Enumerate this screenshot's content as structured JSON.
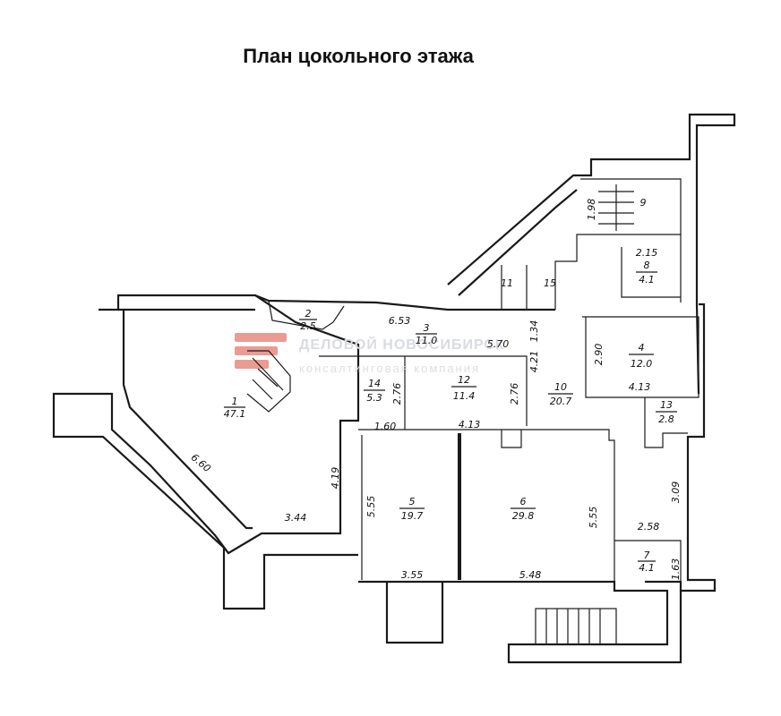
{
  "title": "План цокольного этажа",
  "watermark": {
    "name": "ДЕЛОВОЙ НОВОСИБИРСК",
    "subtitle": "консалтинговая компания",
    "logo_color": "#d94a3a"
  },
  "rooms": [
    {
      "num": "1",
      "area": "47.1"
    },
    {
      "num": "2",
      "area": "2.5"
    },
    {
      "num": "3",
      "area": "11.0"
    },
    {
      "num": "4",
      "area": "12.0"
    },
    {
      "num": "5",
      "area": "19.7"
    },
    {
      "num": "6",
      "area": "29.8"
    },
    {
      "num": "7",
      "area": "4.1"
    },
    {
      "num": "8",
      "area": "4.1"
    },
    {
      "num": "9",
      "area": ""
    },
    {
      "num": "10",
      "area": "20.7"
    },
    {
      "num": "11",
      "area": ""
    },
    {
      "num": "12",
      "area": "11.4"
    },
    {
      "num": "13",
      "area": "2.8"
    },
    {
      "num": "14",
      "area": "5.3"
    },
    {
      "num": "15",
      "area": ""
    }
  ],
  "dimensions": [
    "6.60",
    "4.19",
    "3.44",
    "1.60",
    "2.76",
    "4.13",
    "2.76",
    "6.53",
    "5.70",
    "1.34",
    "4.21",
    "2.90",
    "4.13",
    "1.98",
    "2.15",
    "5.55",
    "3.55",
    "5.48",
    "5.55",
    "3.09",
    "2.58",
    "1.63"
  ]
}
